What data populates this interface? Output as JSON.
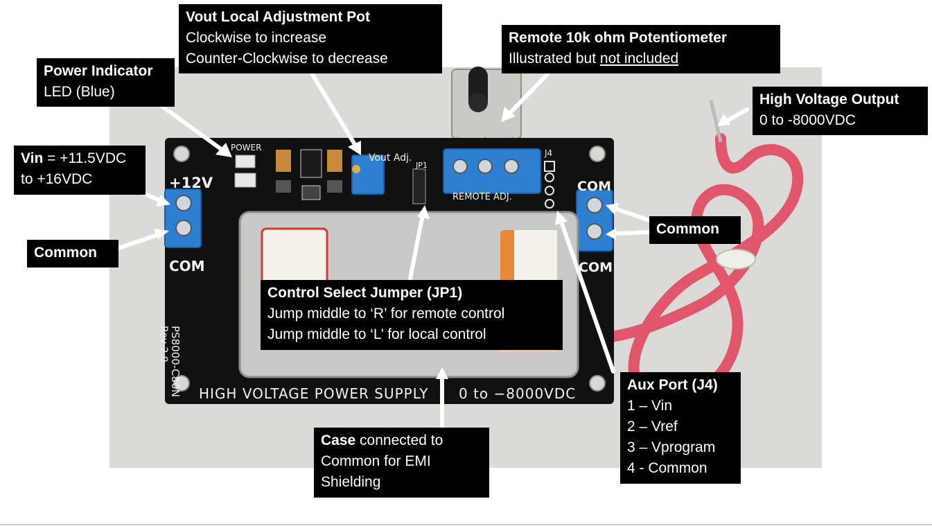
{
  "colors": {
    "label_bg": "#000000",
    "label_text": "#ffffff",
    "board": "#111111",
    "terminal_blue": "#2f7fd1",
    "wire_red": "#e0566a",
    "case_silver": "#c8c8c6",
    "arrow": "#ffffff"
  },
  "callouts": {
    "vout_pot": {
      "title": "Vout Local Adjustment Pot",
      "line1": "Clockwise to increase",
      "line2": "Counter-Clockwise to decrease"
    },
    "remote_pot": {
      "title": "Remote 10k ohm Potentiometer",
      "prefix": "Illustrated but ",
      "underlined": "not included"
    },
    "power_indicator": {
      "title": "Power Indicator",
      "line1": "LED (Blue)"
    },
    "high_voltage": {
      "title": "High Voltage Output",
      "line1": "0 to -8000VDC"
    },
    "vin": {
      "bold": "Vin",
      "rest": " = +11.5VDC",
      "line2": "to +16VDC"
    },
    "common_left": {
      "title": "Common"
    },
    "common_right": {
      "title": "Common"
    },
    "jumper": {
      "title": "Control Select Jumper (JP1)",
      "line1": "Jump middle to ‘R’ for remote control",
      "line2": "Jump middle to ‘L’ for local control"
    },
    "aux_port": {
      "title": "Aux Port (J4)",
      "items": [
        "1 – Vin",
        "2 – Vref",
        "3 – Vprogram",
        "4 - Common"
      ]
    },
    "case": {
      "bold": "Case",
      "rest": " connected to",
      "line2": "Common for EMI",
      "line3": "Shielding"
    }
  },
  "board_silkscreen": {
    "plus12v": "+12V",
    "com_left": "COM",
    "com_right_top": "COM",
    "com_right_bottom": "COM",
    "title": "HIGH VOLTAGE POWER SUPPLY",
    "range": "0 to −8000VDC",
    "power": "POWER",
    "vout_adj": "Vout Adj.",
    "remote_adj": "REMOTE ADJ.",
    "jp1": "JP1",
    "j4": "J4",
    "model": "PS8000-C80N",
    "rev": "Rev 2.0"
  }
}
